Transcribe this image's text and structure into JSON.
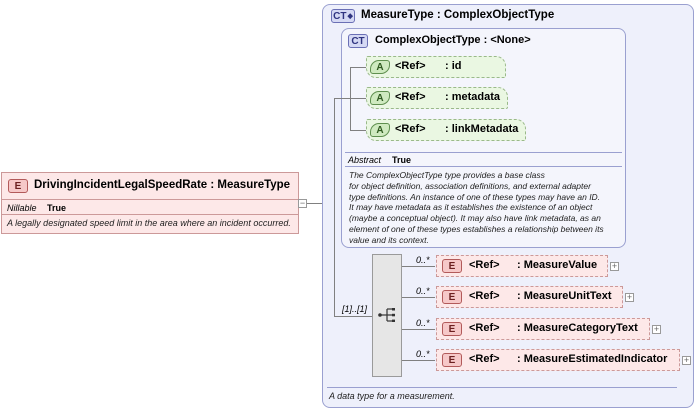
{
  "root_element": {
    "badge": "E",
    "name": "DrivingIncidentLegalSpeedRate",
    "type_sep": " : ",
    "type": "MeasureType",
    "nillable_label": "Nillable",
    "nillable_value": "True",
    "annotation": "A legally designated speed limit in the area where an incident occurred."
  },
  "measure_type": {
    "badge": "CT",
    "title": "MeasureType : ComplexObjectType",
    "annotation": "A data type for a measurement."
  },
  "complex_object_type": {
    "badge": "CT",
    "title": "ComplexObjectType : <None>",
    "attributes": [
      {
        "badge": "A",
        "ref": "<Ref>",
        "name": ": id"
      },
      {
        "badge": "A",
        "ref": "<Ref>",
        "name": ": metadata"
      },
      {
        "badge": "A",
        "ref": "<Ref>",
        "name": ": linkMetadata"
      }
    ],
    "abstract_label": "Abstract",
    "abstract_value": "True",
    "annotation_lines": [
      "The ComplexObjectType type provides a base class",
      "for object definition, association definitions, and external adapter",
      "type definitions. An instance of one of these types may have an ID.",
      "It may have metadata as it establishes the existence of an object",
      "(maybe a conceptual object). It may also have link metadata, as an",
      "element of one of these types establishes a relationship between its",
      "value and its context."
    ]
  },
  "sequence": {
    "multiplicity": "[1]..[1]",
    "children": [
      {
        "occurs": "0..*",
        "badge": "E",
        "ref": "<Ref>",
        "name": ": MeasureValue"
      },
      {
        "occurs": "0..*",
        "badge": "E",
        "ref": "<Ref>",
        "name": ": MeasureUnitText"
      },
      {
        "occurs": "0..*",
        "badge": "E",
        "ref": "<Ref>",
        "name": ": MeasureCategoryText"
      },
      {
        "occurs": "0..*",
        "badge": "E",
        "ref": "<Ref>",
        "name": ": MeasureEstimatedIndicator"
      }
    ]
  },
  "colors": {
    "element_fill": "#fde8e8",
    "attribute_fill": "#eaf7e2",
    "complex_type_fill": "#eef0fb"
  },
  "icons": {
    "sequence": "sequence-connector-icon",
    "expand": "plus-expand-icon"
  }
}
